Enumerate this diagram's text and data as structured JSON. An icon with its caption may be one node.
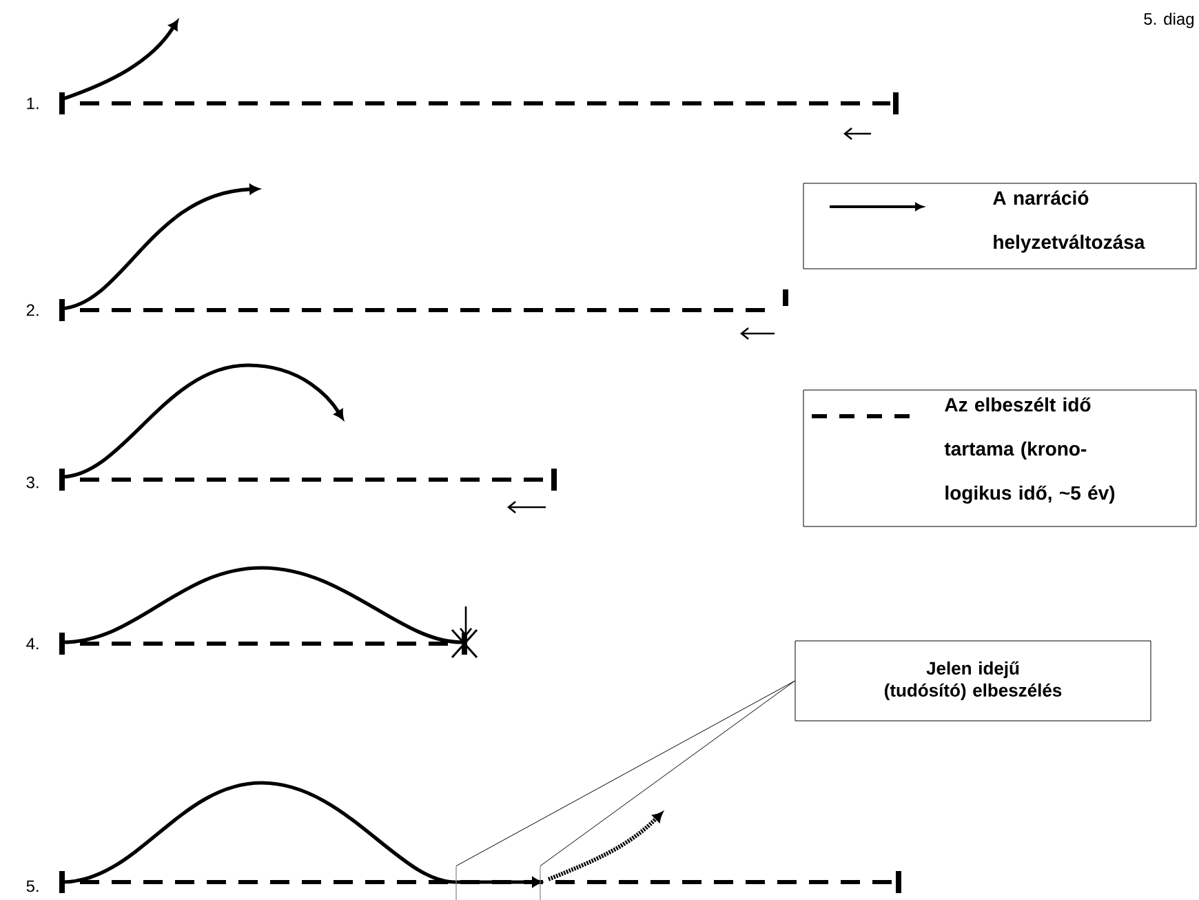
{
  "diagram": {
    "nodes": [
      {
        "text": [
          "Jelen idejű (tudósító) elbeszélés"
        ]
      },
      {
        "text": [],
        "shape": "bar"
      },
      {
        "text": [],
        "shape": "bar"
      }
    ],
    "edges": [
      {
        "from": 0,
        "to": 1,
        "arrow": "none"
      },
      {
        "from": 0,
        "to": 2,
        "arrow": "none"
      }
    ],
    "labels": [
      "5. diag",
      "1.",
      "2.",
      "3.",
      "4.",
      "5."
    ],
    "legend": [
      {
        "text": "A narráció helyzetváltozása"
      },
      {
        "text": "Az elbeszélt idő tartama (krono- logikus idő, ~5 év)"
      }
    ]
  }
}
